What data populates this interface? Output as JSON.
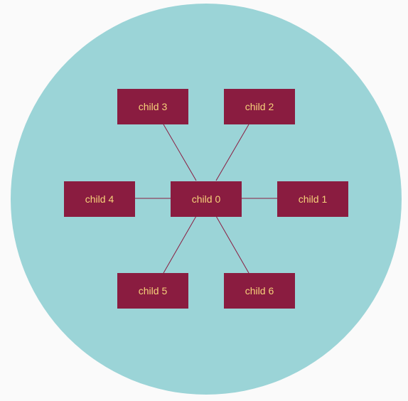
{
  "colors": {
    "background": "#fafafa",
    "circle": "#9bd4d7",
    "node_fill": "#8a1c40",
    "node_text": "#f7d27a",
    "link": "#8a1c40"
  },
  "nodes": {
    "child0": {
      "label": "child 0"
    },
    "child1": {
      "label": "child 1"
    },
    "child2": {
      "label": "child 2"
    },
    "child3": {
      "label": "child 3"
    },
    "child4": {
      "label": "child 4"
    },
    "child5": {
      "label": "child 5"
    },
    "child6": {
      "label": "child 6"
    }
  },
  "links": [
    [
      "child0",
      "child1"
    ],
    [
      "child0",
      "child2"
    ],
    [
      "child0",
      "child3"
    ],
    [
      "child0",
      "child4"
    ],
    [
      "child0",
      "child5"
    ],
    [
      "child0",
      "child6"
    ]
  ]
}
